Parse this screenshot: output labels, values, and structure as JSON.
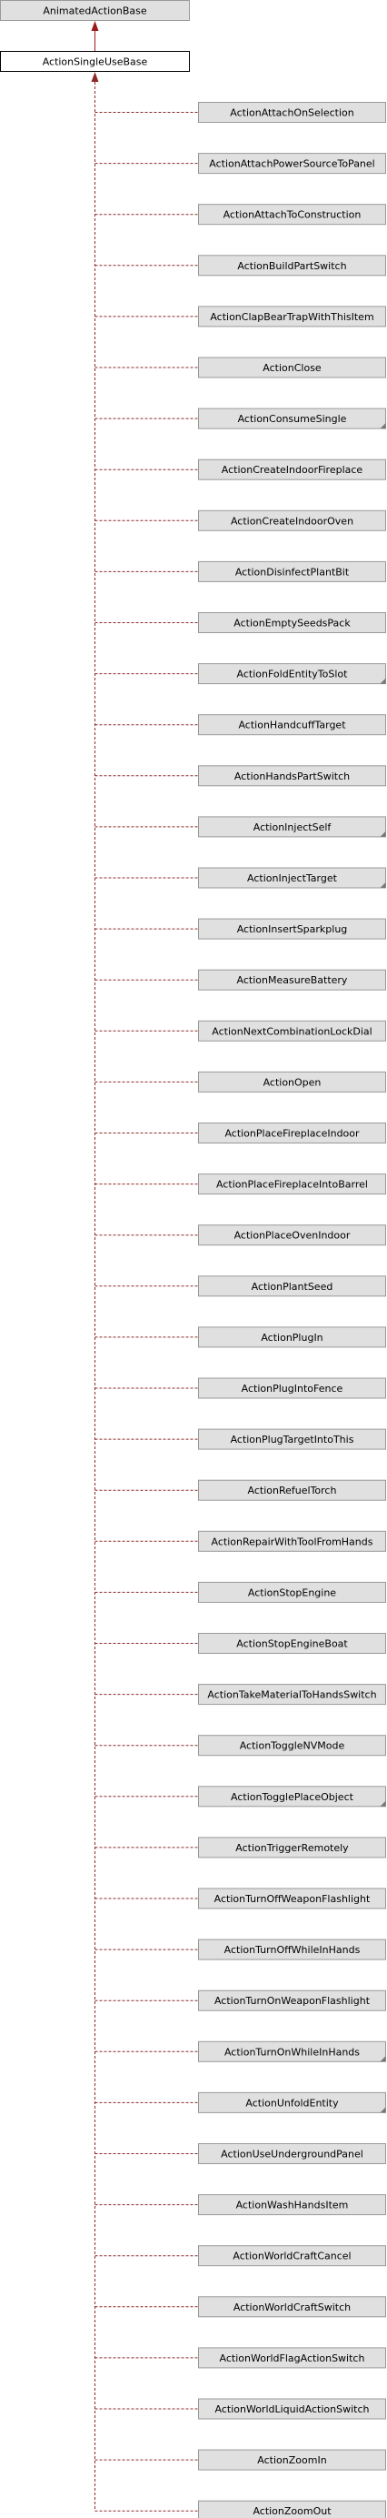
{
  "diagram": {
    "colors": {
      "box_fill": "#e0e0e0",
      "box_stroke": "#999999",
      "focus_fill": "#ffffff",
      "focus_stroke": "#000000",
      "edge": "#9a1a1a",
      "dashed_edge": "#8b2a2a",
      "fold_corner": "#777777"
    },
    "base": {
      "label": "AnimatedActionBase"
    },
    "focus": {
      "label": "ActionSingleUseBase"
    },
    "children": [
      {
        "label": "ActionAttachOnSelection",
        "has_more": false
      },
      {
        "label": "ActionAttachPowerSourceToPanel",
        "has_more": false
      },
      {
        "label": "ActionAttachToConstruction",
        "has_more": false
      },
      {
        "label": "ActionBuildPartSwitch",
        "has_more": false
      },
      {
        "label": "ActionClapBearTrapWithThisItem",
        "has_more": false
      },
      {
        "label": "ActionClose",
        "has_more": false
      },
      {
        "label": "ActionConsumeSingle",
        "has_more": true
      },
      {
        "label": "ActionCreateIndoorFireplace",
        "has_more": false
      },
      {
        "label": "ActionCreateIndoorOven",
        "has_more": false
      },
      {
        "label": "ActionDisinfectPlantBit",
        "has_more": false
      },
      {
        "label": "ActionEmptySeedsPack",
        "has_more": false
      },
      {
        "label": "ActionFoldEntityToSlot",
        "has_more": true
      },
      {
        "label": "ActionHandcuffTarget",
        "has_more": false
      },
      {
        "label": "ActionHandsPartSwitch",
        "has_more": false
      },
      {
        "label": "ActionInjectSelf",
        "has_more": true
      },
      {
        "label": "ActionInjectTarget",
        "has_more": true
      },
      {
        "label": "ActionInsertSparkplug",
        "has_more": false
      },
      {
        "label": "ActionMeasureBattery",
        "has_more": false
      },
      {
        "label": "ActionNextCombinationLockDial",
        "has_more": false
      },
      {
        "label": "ActionOpen",
        "has_more": false
      },
      {
        "label": "ActionPlaceFireplaceIndoor",
        "has_more": false
      },
      {
        "label": "ActionPlaceFireplaceIntoBarrel",
        "has_more": false
      },
      {
        "label": "ActionPlaceOvenIndoor",
        "has_more": false
      },
      {
        "label": "ActionPlantSeed",
        "has_more": false
      },
      {
        "label": "ActionPlugIn",
        "has_more": false
      },
      {
        "label": "ActionPlugIntoFence",
        "has_more": false
      },
      {
        "label": "ActionPlugTargetIntoThis",
        "has_more": false
      },
      {
        "label": "ActionRefuelTorch",
        "has_more": false
      },
      {
        "label": "ActionRepairWithToolFromHands",
        "has_more": false
      },
      {
        "label": "ActionStopEngine",
        "has_more": false
      },
      {
        "label": "ActionStopEngineBoat",
        "has_more": false
      },
      {
        "label": "ActionTakeMaterialToHandsSwitch",
        "has_more": false
      },
      {
        "label": "ActionToggleNVMode",
        "has_more": false
      },
      {
        "label": "ActionTogglePlaceObject",
        "has_more": true
      },
      {
        "label": "ActionTriggerRemotely",
        "has_more": false
      },
      {
        "label": "ActionTurnOffWeaponFlashlight",
        "has_more": false
      },
      {
        "label": "ActionTurnOffWhileInHands",
        "has_more": false
      },
      {
        "label": "ActionTurnOnWeaponFlashlight",
        "has_more": false
      },
      {
        "label": "ActionTurnOnWhileInHands",
        "has_more": true
      },
      {
        "label": "ActionUnfoldEntity",
        "has_more": true
      },
      {
        "label": "ActionUseUndergroundPanel",
        "has_more": false
      },
      {
        "label": "ActionWashHandsItem",
        "has_more": false
      },
      {
        "label": "ActionWorldCraftCancel",
        "has_more": false
      },
      {
        "label": "ActionWorldCraftSwitch",
        "has_more": false
      },
      {
        "label": "ActionWorldFlagActionSwitch",
        "has_more": false
      },
      {
        "label": "ActionWorldLiquidActionSwitch",
        "has_more": false
      },
      {
        "label": "ActionZoomIn",
        "has_more": false
      },
      {
        "label": "ActionZoomOut",
        "has_more": false
      }
    ]
  }
}
